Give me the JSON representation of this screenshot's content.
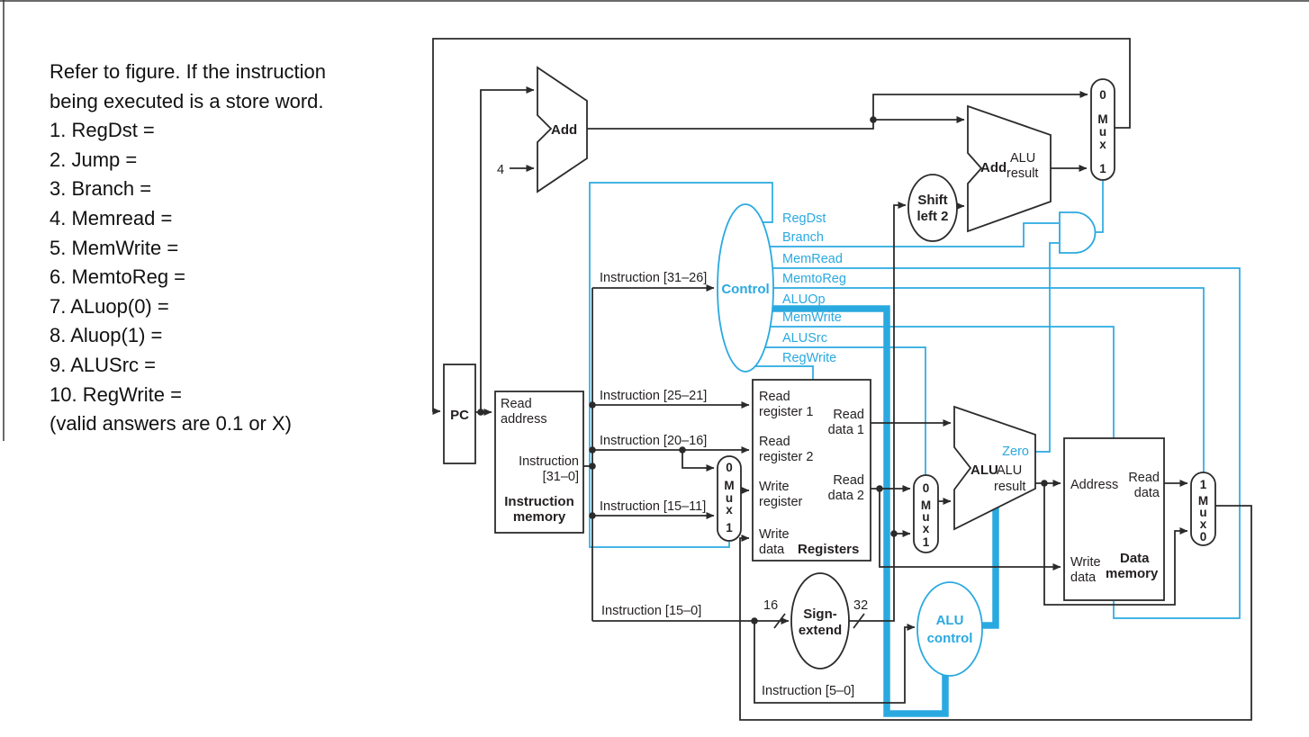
{
  "colors": {
    "accent_blue": "#2aa9e0",
    "wire_ink": "#2b2b2b"
  },
  "question": {
    "lines": [
      "Refer to figure. If the instruction",
      "being executed is a store word.",
      "1. RegDst =",
      "2. Jump =",
      "3. Branch =",
      "4. Memread =",
      "5. MemWrite =",
      "6. MemtoReg =",
      "7. ALuop(0) =",
      "8. Aluop(1) =",
      "9. ALUSrc =",
      "10. RegWrite =",
      "(valid answers are 0.1 or X)"
    ]
  },
  "d": {
    "pc": "PC",
    "add": "Add",
    "four": "4",
    "imem": {
      "l1": "Read",
      "l2": "address",
      "l3": "Instruction",
      "l4": "[31–0]",
      "l5": "Instruction",
      "l6": "memory"
    },
    "bus": {
      "f1": "Instruction [31–26]",
      "f2": "Instruction [25–21]",
      "f3": "Instruction [20–16]",
      "f4": "Instruction [15–11]",
      "f5": "Instruction [15–0]",
      "f6": "Instruction [5–0]"
    },
    "ctl": {
      "name": "Control",
      "s0": "RegDst",
      "s1": "Branch",
      "s2": "MemRead",
      "s3": "MemtoReg",
      "s4": "ALUOp",
      "s5": "MemWrite",
      "s6": "ALUSrc",
      "s7": "RegWrite"
    },
    "reg": {
      "rr1a": "Read",
      "rr1b": "register 1",
      "rr2a": "Read",
      "rr2b": "register 2",
      "wra": "Write",
      "wrb": "register",
      "wda": "Write",
      "wdb": "data",
      "rd1a": "Read",
      "rd1b": "data 1",
      "rd2a": "Read",
      "rd2b": "data 2",
      "name": "Registers"
    },
    "mux_rd": {
      "t": "0",
      "m": "M",
      "u": "u",
      "x": "x",
      "b": "1"
    },
    "mux_alu": {
      "t": "0",
      "m": "M",
      "u": "u",
      "x": "x",
      "b": "1"
    },
    "mux_wb": {
      "t": "1",
      "m": "M",
      "u": "u",
      "x": "x",
      "b": "0"
    },
    "mux_pc": {
      "t": "0",
      "m": "M",
      "u": "u",
      "x": "x",
      "b": "1"
    },
    "se": {
      "l1": "Sign-",
      "l2": "extend",
      "w16": "16",
      "w32": "32"
    },
    "sl2": {
      "l1": "Shift",
      "l2": "left 2"
    },
    "add2": {
      "l1": "Add",
      "l2": "ALU",
      "l3": "result"
    },
    "alu": {
      "name": "ALU",
      "zero": "Zero",
      "r1": "ALU",
      "r2": "result"
    },
    "aluctl": {
      "l1": "ALU",
      "l2": "control"
    },
    "dmem": {
      "addr": "Address",
      "rd1": "Read",
      "rd2": "data",
      "wd1": "Write",
      "wd2": "data",
      "n1": "Data",
      "n2": "memory"
    }
  }
}
